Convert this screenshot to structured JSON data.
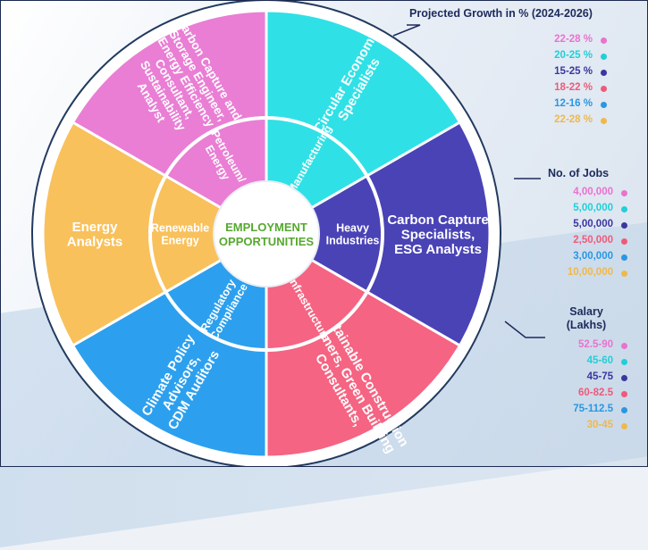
{
  "center": {
    "line1": "EMPLOYMENT",
    "line2": "OPPORTUNITIES"
  },
  "outer": [
    {
      "lines": [
        "Circular Economy",
        "Specialists"
      ],
      "color": "#2fe1e6"
    },
    {
      "lines": [
        "Carbon Capture",
        "Specialists,",
        "ESG Analysts"
      ],
      "color": "#4a43b6"
    },
    {
      "lines": [
        "Sustainable Construction",
        "Planners, Green Building",
        "Consultants,"
      ],
      "color": "#f56482"
    },
    {
      "lines": [
        "Climate Policy",
        "Advisors,",
        "CDM Auditors"
      ],
      "color": "#2ca0ee"
    },
    {
      "lines": [
        "Energy",
        "Analysts"
      ],
      "color": "#f8c15c"
    },
    {
      "lines": [
        "Carbon Capture and",
        "Storage Engineer,",
        "Energy Efficiency",
        "Consultant,",
        "Sustainability",
        "Analyst"
      ],
      "color": "#e97ed4"
    }
  ],
  "inner": [
    {
      "lines": [
        "Manufacturing"
      ]
    },
    {
      "lines": [
        "Heavy",
        "Industries"
      ]
    },
    {
      "lines": [
        "Infrastructure"
      ]
    },
    {
      "lines": [
        "Regulatory",
        "Compliance"
      ]
    },
    {
      "lines": [
        "Renewable",
        "Energy"
      ]
    },
    {
      "lines": [
        "Petroleum/",
        "Energy"
      ]
    }
  ],
  "panels": [
    {
      "title": [
        "Projected Growth in % (2024-2026)"
      ],
      "values": [
        "22-28 %",
        "20-25 %",
        "15-25 %",
        "18-22 %",
        "12-16 %",
        "22-28 %"
      ]
    },
    {
      "title": [
        "No. of Jobs"
      ],
      "values": [
        "4,00,000",
        "5,00,000",
        "5,00,000",
        "2,50,000",
        "3,00,000",
        "10,00,000"
      ]
    },
    {
      "title": [
        "Salary",
        "(Lakhs)"
      ],
      "values": [
        "52.5-90",
        "45-60",
        "45-75",
        "60-82.5",
        "75-112.5",
        "30-45"
      ]
    }
  ],
  "colors": {
    "panel_values": [
      "#ea72cf",
      "#20cfd7",
      "#3b36a0",
      "#ef5a7a",
      "#2897e4",
      "#f0b84b"
    ],
    "center_text": "#56a82f",
    "title_text": "#1d2b5c",
    "ring_border": "#223a5e"
  }
}
